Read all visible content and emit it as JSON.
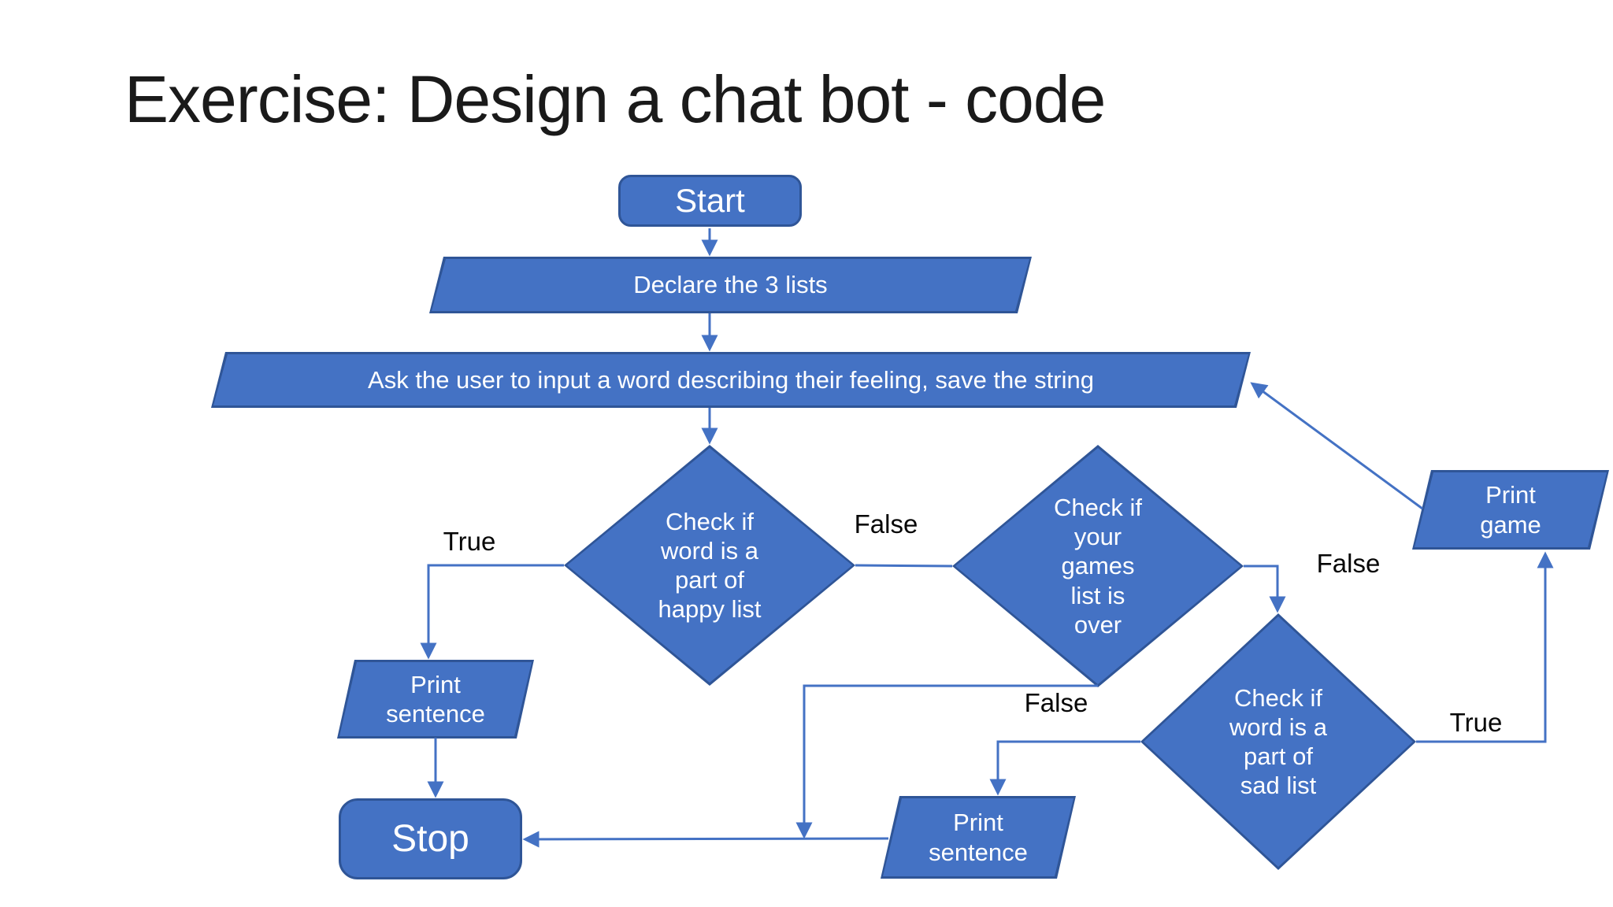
{
  "slide": {
    "title": "Exercise: Design a chat bot - code"
  },
  "colors": {
    "shape_fill": "#4472C4",
    "shape_border": "#2F5597",
    "connector": "#4472C4",
    "shape_text": "#FFFFFF",
    "edge_label_text": "#000000",
    "title_text": "#1A1A1A",
    "background": "#FFFFFF"
  },
  "nodes": {
    "start": {
      "type": "terminator",
      "label": "Start"
    },
    "declare": {
      "type": "data",
      "label": "Declare the 3 lists"
    },
    "ask": {
      "type": "data",
      "label": "Ask the user to input a word describing their feeling, save the string"
    },
    "check_happy": {
      "type": "decision",
      "label": "Check if\nword is a\npart of\nhappy list"
    },
    "check_games": {
      "type": "decision",
      "label": "Check if\nyour\ngames\nlist is\nover"
    },
    "check_sad": {
      "type": "decision",
      "label": "Check if\nword is a\npart of\nsad list"
    },
    "print_sentence_left": {
      "type": "data",
      "label": "Print\nsentence"
    },
    "print_sentence_bottom": {
      "type": "data",
      "label": "Print\nsentence"
    },
    "print_game": {
      "type": "data",
      "label": "Print\ngame"
    },
    "stop": {
      "type": "terminator",
      "label": "Stop"
    }
  },
  "edge_labels": {
    "happy_true": "True",
    "happy_false": "False",
    "games_false_right": "False",
    "games_false_bottom": "False",
    "sad_true": "True"
  }
}
